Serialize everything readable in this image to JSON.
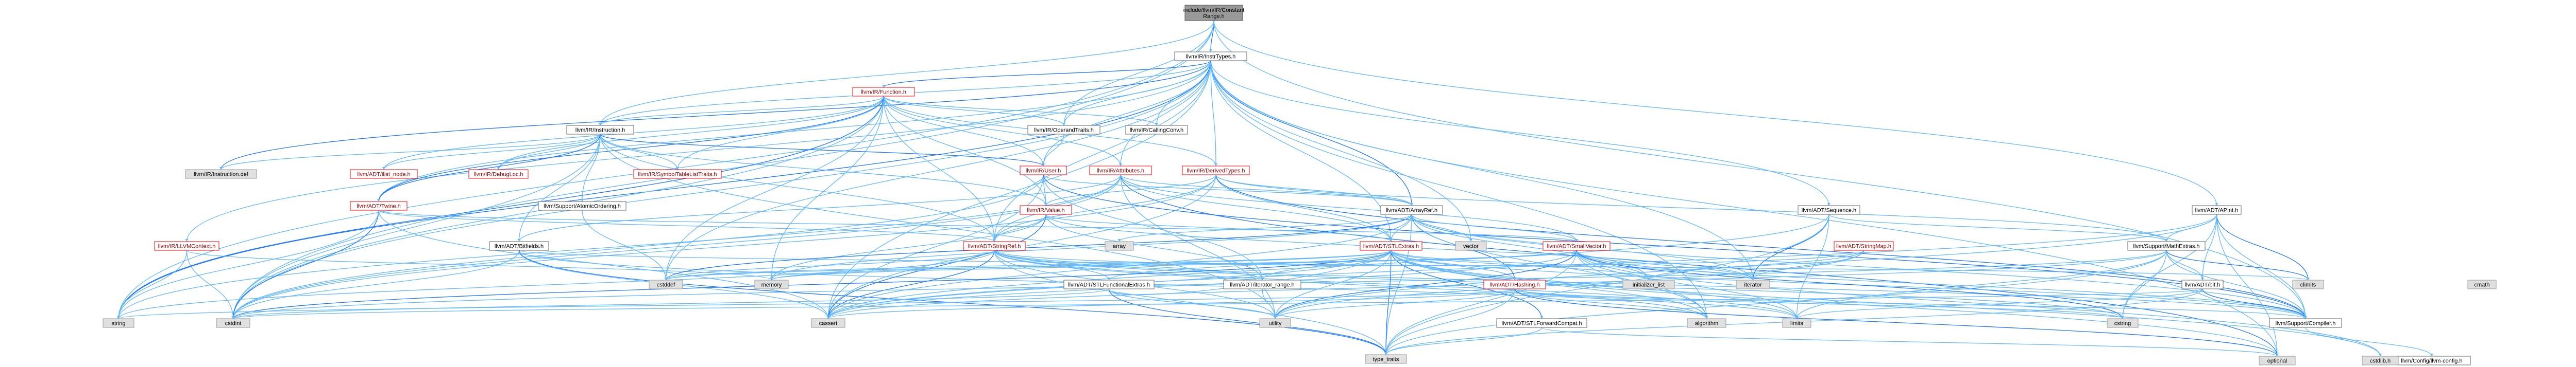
{
  "nodes": [
    {
      "id": "root",
      "label": [
        "include/llvm/IR/Constant",
        "Range.h"
      ],
      "kind": "root",
      "interactable": false
    },
    {
      "id": "insttypes",
      "label": [
        "llvm/IR/InstrTypes.h"
      ],
      "kind": "plain",
      "interactable": true
    },
    {
      "id": "function",
      "label": [
        "llvm/IR/Function.h"
      ],
      "kind": "link",
      "interactable": true
    },
    {
      "id": "instruction",
      "label": [
        "llvm/IR/Instruction.h"
      ],
      "kind": "plain",
      "interactable": true
    },
    {
      "id": "operandtraits",
      "label": [
        "llvm/IR/OperandTraits.h"
      ],
      "kind": "plain",
      "interactable": true
    },
    {
      "id": "callingconv",
      "label": [
        "llvm/IR/CallingConv.h"
      ],
      "kind": "plain",
      "interactable": true
    },
    {
      "id": "user",
      "label": [
        "llvm/IR/User.h"
      ],
      "kind": "link",
      "interactable": true
    },
    {
      "id": "attributes",
      "label": [
        "llvm/IR/Attributes.h"
      ],
      "kind": "link",
      "interactable": true
    },
    {
      "id": "derivedtypes",
      "label": [
        "llvm/IR/DerivedTypes.h"
      ],
      "kind": "link",
      "interactable": true
    },
    {
      "id": "instdef",
      "label": [
        "llvm/IR/Instruction.def"
      ],
      "kind": "std",
      "interactable": false
    },
    {
      "id": "ilistnode",
      "label": [
        "llvm/ADT/ilist_node.h"
      ],
      "kind": "link",
      "interactable": true
    },
    {
      "id": "debugloc",
      "label": [
        "llvm/IR/DebugLoc.h"
      ],
      "kind": "link",
      "interactable": true
    },
    {
      "id": "symtab",
      "label": [
        "llvm/IR/SymbolTableListTraits.h"
      ],
      "kind": "link",
      "interactable": true
    },
    {
      "id": "twine",
      "label": [
        "llvm/ADT/Twine.h"
      ],
      "kind": "link",
      "interactable": true
    },
    {
      "id": "atomic",
      "label": [
        "llvm/Support/AtomicOrdering.h"
      ],
      "kind": "plain",
      "interactable": true
    },
    {
      "id": "bitfields",
      "label": [
        "llvm/ADT/Bitfields.h"
      ],
      "kind": "plain",
      "interactable": true
    },
    {
      "id": "llvmctx",
      "label": [
        "llvm/IR/LLVMContext.h"
      ],
      "kind": "link",
      "interactable": true
    },
    {
      "id": "value",
      "label": [
        "llvm/IR/Value.h"
      ],
      "kind": "link",
      "interactable": true
    },
    {
      "id": "stringref",
      "label": [
        "llvm/ADT/StringRef.h"
      ],
      "kind": "link",
      "interactable": true
    },
    {
      "id": "arrayref",
      "label": [
        "llvm/ADT/ArrayRef.h"
      ],
      "kind": "plain",
      "interactable": true
    },
    {
      "id": "stlextras",
      "label": [
        "llvm/ADT/STLExtras.h"
      ],
      "kind": "link",
      "interactable": true
    },
    {
      "id": "smallvector",
      "label": [
        "llvm/ADT/SmallVector.h"
      ],
      "kind": "link",
      "interactable": true
    },
    {
      "id": "stringmap",
      "label": [
        "llvm/ADT/StringMap.h"
      ],
      "kind": "link",
      "interactable": true
    },
    {
      "id": "sequence",
      "label": [
        "llvm/ADT/Sequence.h"
      ],
      "kind": "plain",
      "interactable": true
    },
    {
      "id": "apint",
      "label": [
        "llvm/ADT/APInt.h"
      ],
      "kind": "plain",
      "interactable": true
    },
    {
      "id": "mathextras",
      "label": [
        "llvm/Support/MathExtras.h"
      ],
      "kind": "plain",
      "interactable": true
    },
    {
      "id": "stlfunc",
      "label": [
        "llvm/ADT/STLFunctionalExtras.h"
      ],
      "kind": "plain",
      "interactable": true
    },
    {
      "id": "iterrange",
      "label": [
        "llvm/ADT/iterator_range.h"
      ],
      "kind": "plain",
      "interactable": true
    },
    {
      "id": "hashing",
      "label": [
        "llvm/ADT/Hashing.h"
      ],
      "kind": "link",
      "interactable": true
    },
    {
      "id": "stlfwd",
      "label": [
        "llvm/ADT/STLForwardCompat.h"
      ],
      "kind": "plain",
      "interactable": true
    },
    {
      "id": "bit",
      "label": [
        "llvm/ADT/bit.h"
      ],
      "kind": "plain",
      "interactable": true
    },
    {
      "id": "compiler",
      "label": [
        "llvm/Support/Compiler.h"
      ],
      "kind": "plain",
      "interactable": true
    },
    {
      "id": "llvmconfig",
      "label": [
        "llvm/Config/llvm-config.h"
      ],
      "kind": "plain",
      "interactable": true
    },
    {
      "id": "cstdint",
      "label": [
        "cstdint"
      ],
      "kind": "std",
      "interactable": false
    },
    {
      "id": "string",
      "label": [
        "string"
      ],
      "kind": "std",
      "interactable": false
    },
    {
      "id": "cstddef",
      "label": [
        "cstddef"
      ],
      "kind": "std",
      "interactable": false
    },
    {
      "id": "memory",
      "label": [
        "memory"
      ],
      "kind": "std",
      "interactable": false
    },
    {
      "id": "cassert",
      "label": [
        "cassert"
      ],
      "kind": "std",
      "interactable": false
    },
    {
      "id": "utility",
      "label": [
        "utility"
      ],
      "kind": "std",
      "interactable": false
    },
    {
      "id": "typetraits",
      "label": [
        "type_traits"
      ],
      "kind": "std",
      "interactable": false
    },
    {
      "id": "array",
      "label": [
        "array"
      ],
      "kind": "std",
      "interactable": false
    },
    {
      "id": "vector",
      "label": [
        "vector"
      ],
      "kind": "std",
      "interactable": false
    },
    {
      "id": "algorithm",
      "label": [
        "algorithm"
      ],
      "kind": "std",
      "interactable": false
    },
    {
      "id": "initlist",
      "label": [
        "initializer_list"
      ],
      "kind": "std",
      "interactable": false
    },
    {
      "id": "iterator",
      "label": [
        "iterator"
      ],
      "kind": "std",
      "interactable": false
    },
    {
      "id": "climits",
      "label": [
        "climits"
      ],
      "kind": "std",
      "interactable": false
    },
    {
      "id": "limits",
      "label": [
        "limits"
      ],
      "kind": "std",
      "interactable": false
    },
    {
      "id": "cstring",
      "label": [
        "cstring"
      ],
      "kind": "std",
      "interactable": false
    },
    {
      "id": "optional",
      "label": [
        "optional"
      ],
      "kind": "std",
      "interactable": false
    },
    {
      "id": "cmath",
      "label": [
        "cmath"
      ],
      "kind": "std",
      "interactable": false
    },
    {
      "id": "cstdlib",
      "label": [
        "cstdlib.h"
      ],
      "kind": "std",
      "interactable": false
    }
  ],
  "edges": [
    [
      "root",
      "insttypes"
    ],
    [
      "root",
      "instruction"
    ],
    [
      "root",
      "apint"
    ],
    [
      "root",
      "compiler"
    ],
    [
      "root",
      "cstdint"
    ],
    [
      "root",
      "string"
    ],
    [
      "root",
      "operandtraits"
    ],
    [
      "insttypes",
      "function"
    ],
    [
      "insttypes",
      "instruction"
    ],
    [
      "insttypes",
      "operandtraits"
    ],
    [
      "insttypes",
      "callingconv"
    ],
    [
      "insttypes",
      "user"
    ],
    [
      "insttypes",
      "attributes"
    ],
    [
      "insttypes",
      "derivedtypes"
    ],
    [
      "insttypes",
      "arrayref"
    ],
    [
      "insttypes",
      "stlextras"
    ],
    [
      "insttypes",
      "sequence"
    ],
    [
      "insttypes",
      "stringref"
    ],
    [
      "insttypes",
      "twine"
    ],
    [
      "insttypes",
      "llvmctx"
    ],
    [
      "insttypes",
      "cstdint"
    ],
    [
      "insttypes",
      "string"
    ],
    [
      "insttypes",
      "vector"
    ],
    [
      "insttypes",
      "iterator"
    ],
    [
      "insttypes",
      "cassert"
    ],
    [
      "insttypes",
      "optional"
    ],
    [
      "insttypes",
      "algorithm"
    ],
    [
      "insttypes",
      "cstddef"
    ],
    [
      "insttypes",
      "instdef"
    ],
    [
      "function",
      "instruction"
    ],
    [
      "function",
      "operandtraits"
    ],
    [
      "function",
      "callingconv"
    ],
    [
      "function",
      "attributes"
    ],
    [
      "function",
      "derivedtypes"
    ],
    [
      "function",
      "symtab"
    ],
    [
      "function",
      "twine"
    ],
    [
      "function",
      "value"
    ],
    [
      "function",
      "stringref"
    ],
    [
      "function",
      "ilistnode"
    ],
    [
      "function",
      "cstddef"
    ],
    [
      "function",
      "cstdint"
    ],
    [
      "function",
      "memory"
    ],
    [
      "function",
      "string"
    ],
    [
      "function",
      "debugloc"
    ],
    [
      "function",
      "user"
    ],
    [
      "instruction",
      "instdef"
    ],
    [
      "instruction",
      "ilistnode"
    ],
    [
      "instruction",
      "debugloc"
    ],
    [
      "instruction",
      "symtab"
    ],
    [
      "instruction",
      "user"
    ],
    [
      "instruction",
      "value"
    ],
    [
      "instruction",
      "atomic"
    ],
    [
      "instruction",
      "bitfields"
    ],
    [
      "instruction",
      "stringref"
    ],
    [
      "instruction",
      "cstdint"
    ],
    [
      "instruction",
      "utility"
    ],
    [
      "instruction",
      "twine"
    ],
    [
      "operandtraits",
      "user"
    ],
    [
      "user",
      "value"
    ],
    [
      "user",
      "arrayref"
    ],
    [
      "user",
      "iterrange"
    ],
    [
      "user",
      "cstdint"
    ],
    [
      "user",
      "cassert"
    ],
    [
      "user",
      "compiler"
    ],
    [
      "attributes",
      "arrayref"
    ],
    [
      "attributes",
      "smallvector"
    ],
    [
      "attributes",
      "stringref"
    ],
    [
      "attributes",
      "stlextras"
    ],
    [
      "attributes",
      "bitfields"
    ],
    [
      "attributes",
      "cstdint"
    ],
    [
      "attributes",
      "optional"
    ],
    [
      "attributes",
      "string"
    ],
    [
      "attributes",
      "utility"
    ],
    [
      "derivedtypes",
      "arrayref"
    ],
    [
      "derivedtypes",
      "stlextras"
    ],
    [
      "derivedtypes",
      "stringref"
    ],
    [
      "derivedtypes",
      "value"
    ],
    [
      "derivedtypes",
      "compiler"
    ],
    [
      "derivedtypes",
      "mathextras"
    ],
    [
      "derivedtypes",
      "cassert"
    ],
    [
      "derivedtypes",
      "cstdint"
    ],
    [
      "twine",
      "smallvector"
    ],
    [
      "twine",
      "stringref"
    ],
    [
      "twine",
      "cassert"
    ],
    [
      "twine",
      "cstdint"
    ],
    [
      "twine",
      "string"
    ],
    [
      "atomic",
      "cstddef"
    ],
    [
      "bitfields",
      "cassert"
    ],
    [
      "bitfields",
      "climits"
    ],
    [
      "bitfields",
      "cstdint"
    ],
    [
      "bitfields",
      "limits"
    ],
    [
      "bitfields",
      "typetraits"
    ],
    [
      "llvmctx",
      "cstdint"
    ],
    [
      "llvmctx",
      "memory"
    ],
    [
      "llvmctx",
      "string"
    ],
    [
      "value",
      "stringref"
    ],
    [
      "value",
      "iterrange"
    ],
    [
      "value",
      "stlextras"
    ],
    [
      "value",
      "cassert"
    ],
    [
      "value",
      "iterator"
    ],
    [
      "value",
      "memory"
    ],
    [
      "stringref",
      "stlfunc"
    ],
    [
      "stringref",
      "iterrange"
    ],
    [
      "stringref",
      "compiler"
    ],
    [
      "stringref",
      "algorithm"
    ],
    [
      "stringref",
      "cassert"
    ],
    [
      "stringref",
      "cstddef"
    ],
    [
      "stringref",
      "cstring"
    ],
    [
      "stringref",
      "limits"
    ],
    [
      "stringref",
      "string"
    ],
    [
      "stringref",
      "typetraits"
    ],
    [
      "stringref",
      "utility"
    ],
    [
      "arrayref",
      "hashing"
    ],
    [
      "arrayref",
      "smallvector"
    ],
    [
      "arrayref",
      "stlextras"
    ],
    [
      "arrayref",
      "compiler"
    ],
    [
      "arrayref",
      "algorithm"
    ],
    [
      "arrayref",
      "array"
    ],
    [
      "arrayref",
      "cassert"
    ],
    [
      "arrayref",
      "cstddef"
    ],
    [
      "arrayref",
      "initlist"
    ],
    [
      "arrayref",
      "iterator"
    ],
    [
      "arrayref",
      "memory"
    ],
    [
      "arrayref",
      "typetraits"
    ],
    [
      "arrayref",
      "vector"
    ],
    [
      "stlextras",
      "hashing"
    ],
    [
      "stlextras",
      "stlfwd"
    ],
    [
      "stlextras",
      "stlfunc"
    ],
    [
      "stlextras",
      "iterrange"
    ],
    [
      "stlextras",
      "compiler"
    ],
    [
      "stlextras",
      "algorithm"
    ],
    [
      "stlextras",
      "cassert"
    ],
    [
      "stlextras",
      "cstddef"
    ],
    [
      "stlextras",
      "cstdint"
    ],
    [
      "stlextras",
      "cstdlib"
    ],
    [
      "stlextras",
      "initlist"
    ],
    [
      "stlextras",
      "iterator"
    ],
    [
      "stlextras",
      "limits"
    ],
    [
      "stlextras",
      "memory"
    ],
    [
      "stlextras",
      "optional"
    ],
    [
      "stlextras",
      "typetraits"
    ],
    [
      "stlextras",
      "utility"
    ],
    [
      "smallvector",
      "compiler"
    ],
    [
      "smallvector",
      "algorithm"
    ],
    [
      "smallvector",
      "cassert"
    ],
    [
      "smallvector",
      "cstddef"
    ],
    [
      "smallvector",
      "cstdlib"
    ],
    [
      "smallvector",
      "cstring"
    ],
    [
      "smallvector",
      "functional"
    ],
    [
      "smallvector",
      "initlist"
    ],
    [
      "smallvector",
      "iterator"
    ],
    [
      "smallvector",
      "limits"
    ],
    [
      "smallvector",
      "memory"
    ],
    [
      "smallvector",
      "typetraits"
    ],
    [
      "smallvector",
      "utility"
    ],
    [
      "stringmap",
      "stringref"
    ],
    [
      "stringmap",
      "iterator"
    ],
    [
      "stringmap",
      "initlist"
    ],
    [
      "stringmap",
      "utility"
    ],
    [
      "sequence",
      "mathextras"
    ],
    [
      "sequence",
      "cassert"
    ],
    [
      "sequence",
      "iterator"
    ],
    [
      "sequence",
      "limits"
    ],
    [
      "sequence",
      "typetraits"
    ],
    [
      "apint",
      "compiler"
    ],
    [
      "apint",
      "mathextras"
    ],
    [
      "apint",
      "bit"
    ],
    [
      "apint",
      "cassert"
    ],
    [
      "apint",
      "climits"
    ],
    [
      "apint",
      "cstring"
    ],
    [
      "apint",
      "optional"
    ],
    [
      "apint",
      "utility"
    ],
    [
      "mathextras",
      "bit"
    ],
    [
      "mathextras",
      "compiler"
    ],
    [
      "mathextras",
      "cassert"
    ],
    [
      "mathextras",
      "climits"
    ],
    [
      "mathextras",
      "cstdint"
    ],
    [
      "mathextras",
      "cstring"
    ],
    [
      "mathextras",
      "limits"
    ],
    [
      "mathextras",
      "typetraits"
    ],
    [
      "stlfunc",
      "stlextras"
    ],
    [
      "stlfunc",
      "cstdint"
    ],
    [
      "stlfunc",
      "typetraits"
    ],
    [
      "stlfunc",
      "utility"
    ],
    [
      "iterrange",
      "utility"
    ],
    [
      "hashing",
      "compiler"
    ],
    [
      "hashing",
      "algorithm"
    ],
    [
      "hashing",
      "cassert"
    ],
    [
      "hashing",
      "cstring"
    ],
    [
      "hashing",
      "optional"
    ],
    [
      "hashing",
      "string"
    ],
    [
      "hashing",
      "tuple"
    ],
    [
      "hashing",
      "utility"
    ],
    [
      "hashing",
      "typetraits"
    ],
    [
      "stlfwd",
      "optional"
    ],
    [
      "stlfwd",
      "typetraits"
    ],
    [
      "bit",
      "compiler"
    ],
    [
      "bit",
      "cstdint"
    ],
    [
      "bit",
      "limits"
    ],
    [
      "bit",
      "typetraits"
    ],
    [
      "compiler",
      "llvmconfig"
    ]
  ]
}
